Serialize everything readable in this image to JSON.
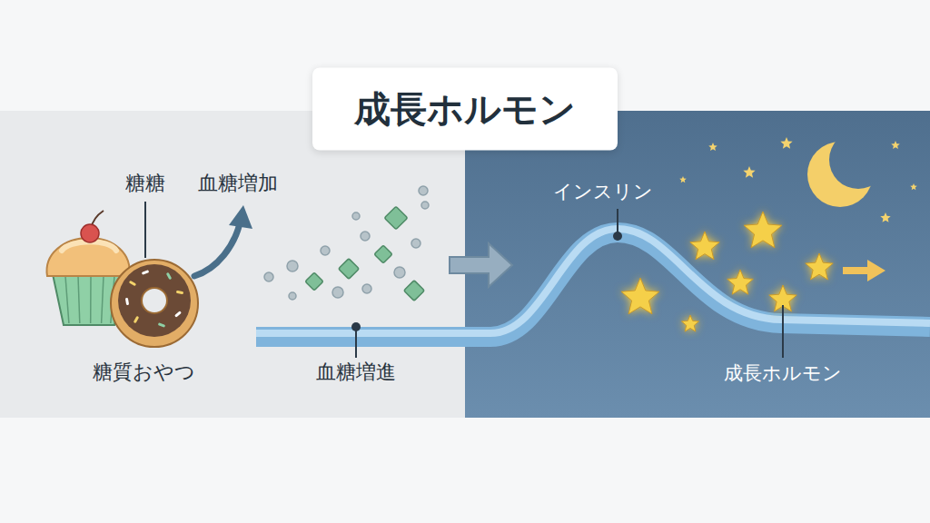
{
  "diagram": {
    "title": "成長ホルモン",
    "labels": [
      "糖糖",
      "血糖増加",
      "糖質おやつ",
      "血糖増進",
      "インスリン",
      "成長ホルモン"
    ]
  }
}
